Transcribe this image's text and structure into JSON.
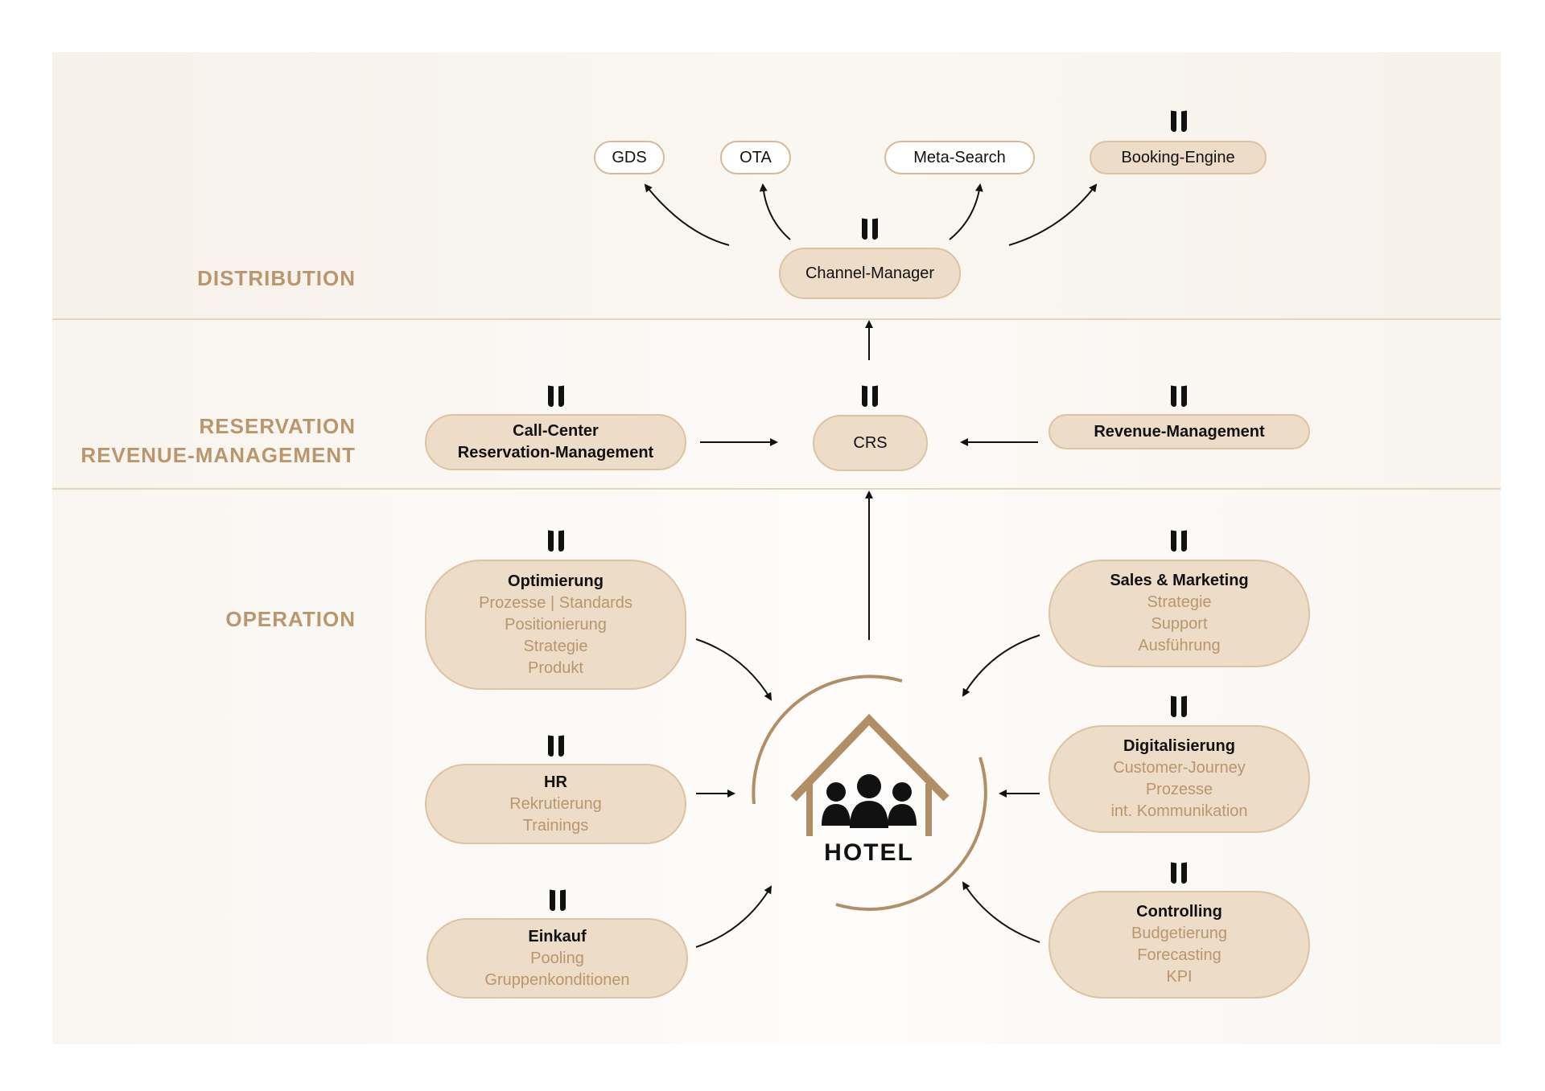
{
  "sections": {
    "distribution": "DISTRIBUTION",
    "reservation_line1": "RESERVATION",
    "reservation_line2": "REVENUE-MANAGEMENT",
    "operation": "OPERATION"
  },
  "distribution": {
    "gds": "GDS",
    "ota": "OTA",
    "meta_search": "Meta-Search",
    "booking_engine": "Booking-Engine",
    "channel_manager": "Channel-Manager"
  },
  "reservation": {
    "call_center_title": "Call-Center",
    "call_center_sub": "Reservation-Management",
    "crs": "CRS",
    "revenue_management": "Revenue-Management"
  },
  "operation": {
    "optimierung": {
      "title": "Optimierung",
      "items": [
        "Prozesse | Standards",
        "Positionierung",
        "Strategie",
        "Produkt"
      ]
    },
    "hr": {
      "title": "HR",
      "items": [
        "Rekrutierung",
        "Trainings"
      ]
    },
    "einkauf": {
      "title": "Einkauf",
      "items": [
        "Pooling",
        "Gruppenkonditionen"
      ]
    },
    "sales_marketing": {
      "title": "Sales & Marketing",
      "items": [
        "Strategie",
        "Support",
        "Ausführung"
      ]
    },
    "digitalisierung": {
      "title": "Digitalisierung",
      "items": [
        "Customer-Journey",
        "Prozesse",
        "int. Kommunikation"
      ]
    },
    "controlling": {
      "title": "Controlling",
      "items": [
        "Budgetierung",
        "Forecasting",
        "KPI"
      ]
    }
  },
  "hotel": {
    "label": "HOTEL",
    "icon": "hotel-people-icon"
  },
  "colors": {
    "accent": "#b9966c",
    "node_fill": "#ecdcc8",
    "node_border": "#dcc3a2",
    "divider": "#e6d4bd"
  }
}
